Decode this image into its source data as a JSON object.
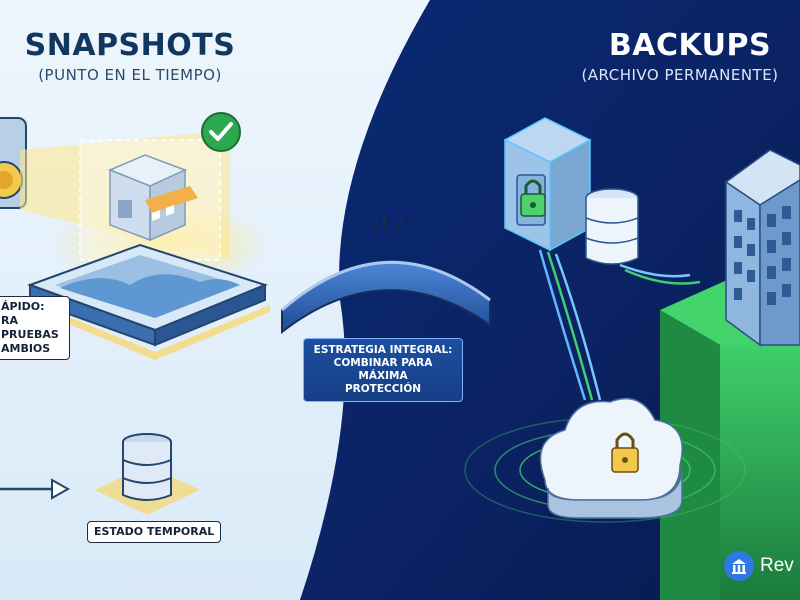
{
  "left_panel": {
    "title": "SNAPSHOTS",
    "subtitle": "(PUNTO EN EL TIEMPO)",
    "callout_lines": [
      "ÁPIDO:",
      "RA PRUEBAS",
      "AMBIOS"
    ],
    "state_label": "ESTADO TEMPORAL"
  },
  "right_panel": {
    "title": "BACKUPS",
    "subtitle": "(ARCHIVO PERMANENTE)"
  },
  "bridge": {
    "strategy_lines": [
      "ESTRATEGIA INTEGRAL:",
      "COMBINAR PARA MÁXIMA",
      "PROTECCIÓN"
    ]
  },
  "brand": {
    "logo_text": "Rev"
  },
  "icons": [
    "camera-icon",
    "checkmark-icon",
    "storefront-icon",
    "database-icon",
    "arrow-right-icon",
    "bridge-icon",
    "vault-icon",
    "padlock-icon",
    "server-database-icon",
    "building-icon",
    "cloud-lock-icon",
    "brand-logo-icon"
  ],
  "colors": {
    "left_bg": "#e6f1fb",
    "right_bg": "#0b2566",
    "accent_green": "#3fcf6b",
    "accent_yellow": "#f5c842",
    "brand_blue": "#2f77e2"
  }
}
